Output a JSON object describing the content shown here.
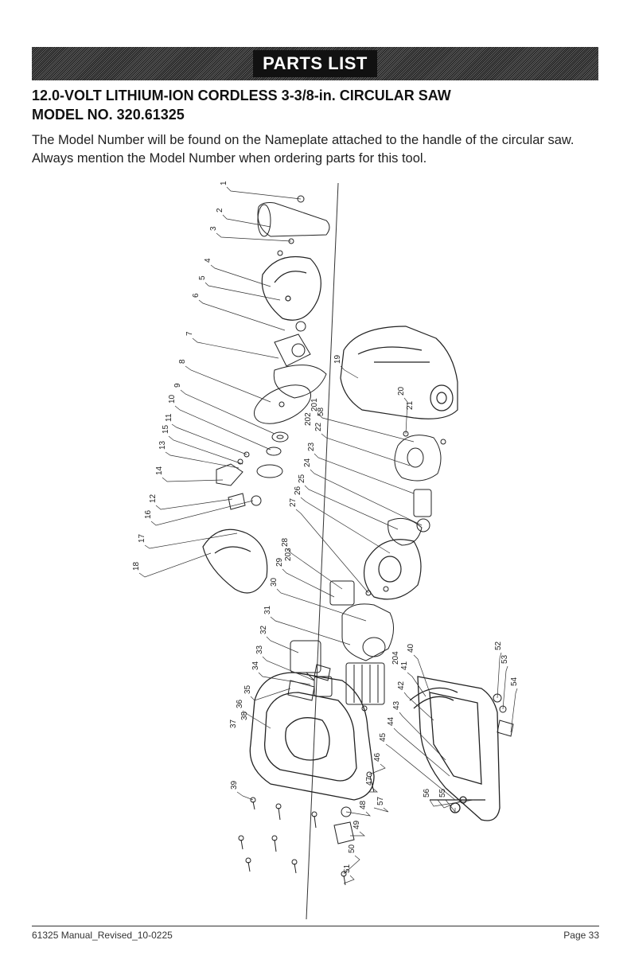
{
  "header": {
    "banner": "PARTS LIST",
    "title_line1": "12.0-VOLT LITHIUM-ION CORDLESS 3-3/8-in. CIRCULAR SAW",
    "title_line2": "MODEL NO. 320.61325",
    "intro": "The Model Number will be found on the Nameplate attached to the handle of the circular saw. Always mention the Model Number when ordering parts for this tool."
  },
  "diagram": {
    "part_labels": [
      "1",
      "2",
      "3",
      "4",
      "5",
      "6",
      "7",
      "8",
      "9",
      "10",
      "11",
      "12",
      "13",
      "14",
      "15",
      "16",
      "17",
      "18",
      "19",
      "20",
      "21",
      "22",
      "23",
      "24",
      "25",
      "26",
      "27",
      "28",
      "29",
      "30",
      "31",
      "32",
      "33",
      "34",
      "35",
      "36",
      "37",
      "38",
      "39",
      "40",
      "41",
      "42",
      "43",
      "44",
      "45",
      "46",
      "47",
      "48",
      "49",
      "50",
      "51",
      "52",
      "53",
      "54",
      "55",
      "56",
      "57",
      "58",
      "201",
      "202",
      "203",
      "204"
    ]
  },
  "footer": {
    "left": "61325 Manual_Revised_10-0225",
    "right": "Page 33"
  }
}
